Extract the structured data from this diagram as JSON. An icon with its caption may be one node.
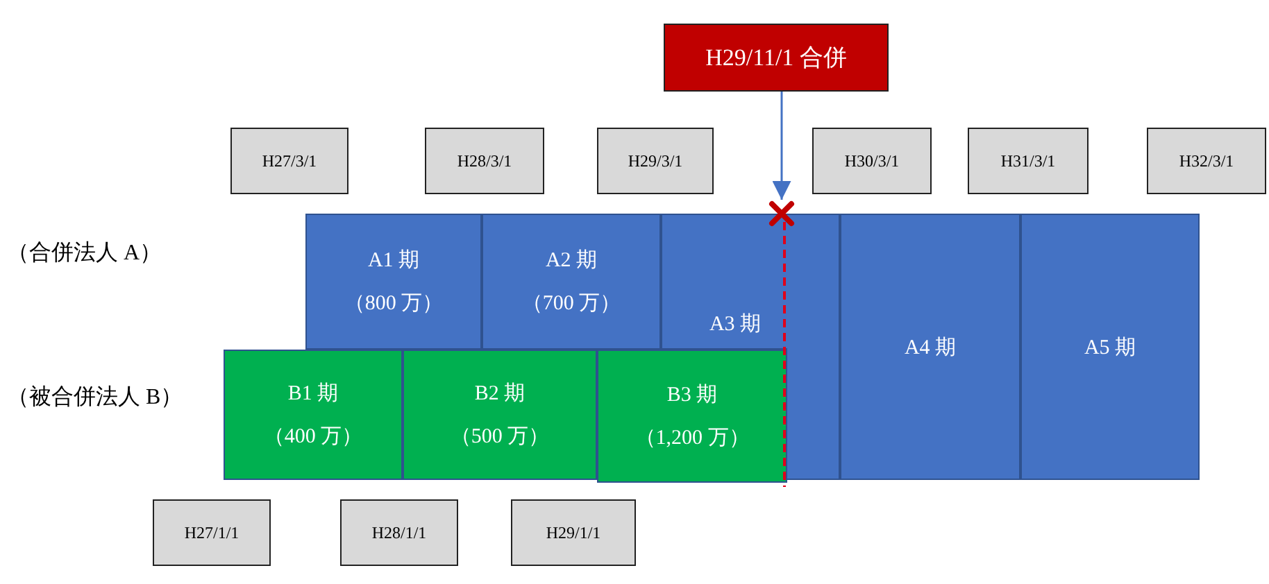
{
  "diagram": {
    "nodes": [
      {
        "text": [
          "H29/11/1 合併"
        ]
      },
      {
        "text": [
          "H27/3/1"
        ]
      },
      {
        "text": [
          "H28/3/1"
        ]
      },
      {
        "text": [
          "H29/3/1"
        ]
      },
      {
        "text": [
          "H30/3/1"
        ]
      },
      {
        "text": [
          "H31/3/1"
        ]
      },
      {
        "text": [
          "H32/3/1"
        ]
      },
      {
        "text": [],
        "shape": "cross"
      },
      {
        "text": [
          "A1 期",
          "（800 万）"
        ]
      },
      {
        "text": [
          "A2 期",
          "（700 万）"
        ]
      },
      {
        "text": [
          "A3 期"
        ]
      },
      {
        "text": [
          "A4 期"
        ]
      },
      {
        "text": [
          "A5 期"
        ]
      },
      {
        "text": [
          "B1 期",
          "（400 万）"
        ]
      },
      {
        "text": [
          "B2 期",
          "（500 万）"
        ]
      },
      {
        "text": [
          "B3 期",
          "（1,200 万）"
        ]
      },
      {
        "text": [
          "H27/1/1"
        ]
      },
      {
        "text": [
          "H28/1/1"
        ]
      },
      {
        "text": [
          "H29/1/1"
        ]
      }
    ],
    "edges": [
      {
        "from": 0,
        "to": 7,
        "arrow": "to"
      }
    ],
    "labels": [
      "（合併法人 A）",
      "（被合併法人 B）"
    ]
  }
}
